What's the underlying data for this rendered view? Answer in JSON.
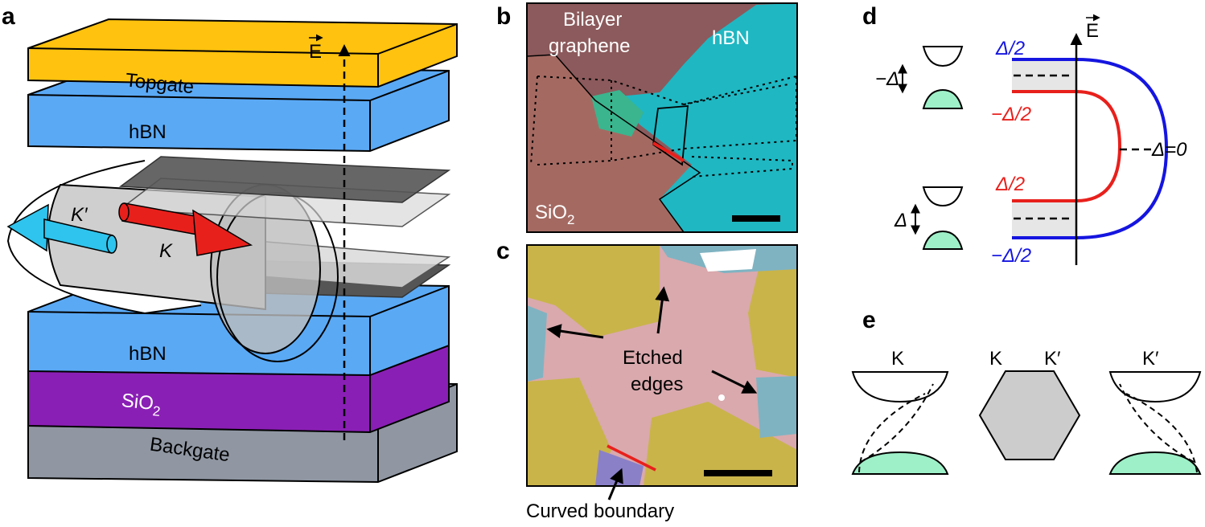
{
  "panels": {
    "a": {
      "letter": "a",
      "layers": {
        "topgate": "Topgate",
        "hbn_top": "hBN",
        "hbn_bottom": "hBN",
        "sio2": "SiO",
        "sio2_sub": "2",
        "backgate": "Backgate"
      },
      "field_label": "E",
      "valley_k_prime": "K′",
      "valley_k": "K"
    },
    "b": {
      "letter": "b",
      "bilayer_line1": "Bilayer",
      "bilayer_line2": "graphene",
      "hbn": "hBN",
      "sio2": "SiO",
      "sio2_sub": "2"
    },
    "c": {
      "letter": "c",
      "etched_line1": "Etched",
      "etched_line2": "edges",
      "curved_boundary": "Curved boundary"
    },
    "d": {
      "letter": "d",
      "field_label": "E",
      "top_blue": "Δ/2",
      "top_red": "−Δ/2",
      "bottom_red": "Δ/2",
      "bottom_blue": "−Δ/2",
      "gap_top": "−Δ",
      "gap_bottom": "Δ",
      "zero": "Δ=0"
    },
    "e": {
      "letter": "e",
      "left_valley": "K",
      "center_k": "K",
      "center_k_prime": "K′",
      "right_valley": "K′"
    }
  },
  "colors": {
    "topgate": "#FFC20E",
    "hbn": "#5AA9F5",
    "sio2_layer": "#8A1FB5",
    "backgate": "#9097A3",
    "valley_k": "#E8201C",
    "valley_k_prime": "#2EC4EE",
    "band_green": "#9EF0C8",
    "curve_blue": "#1515E0",
    "curve_red": "#E8201C"
  }
}
